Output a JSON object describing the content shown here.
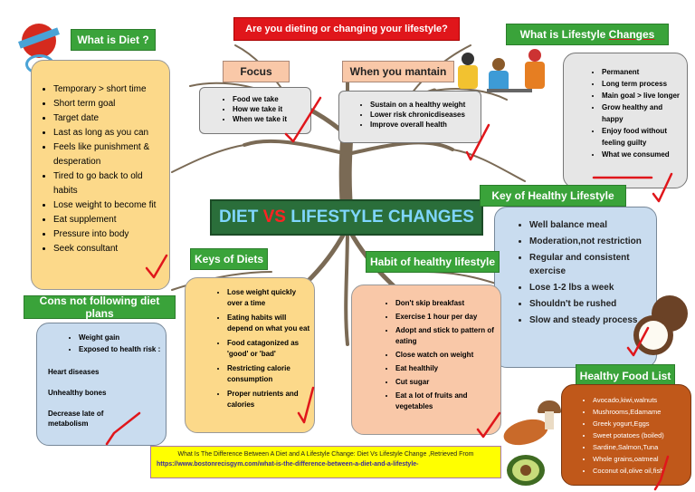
{
  "top_question": "Are you dieting or changing your lifestyle?",
  "center_title": {
    "part1": "DIET ",
    "vs": "VS",
    "part2": " LIFESTYLE CHANGES"
  },
  "what_is_diet": {
    "title": "What is Diet ?",
    "items": [
      "Temporary > short time",
      "Short term goal",
      "Target date",
      "Last as long as you can",
      "Feels like punishment & desperation",
      "Tired to go back to old habits",
      "Lose weight to become fit",
      "Eat supplement",
      "Pressure into body",
      "Seek consultant"
    ]
  },
  "focus": {
    "title": "Focus",
    "items": [
      "Food we take",
      "How we take it",
      "When we take it"
    ]
  },
  "when_maintain": {
    "title": "When you mantain",
    "items": [
      "Sustain on a healthy weight",
      "Lower risk chronicdiseases",
      "Improve overall health"
    ]
  },
  "what_is_lifestyle": {
    "title_a": "What is Lifestyle ",
    "title_b": "Changes",
    "items": [
      "Permanent",
      "Long term process",
      "Main goal > live longer",
      "Grow healthy and happy",
      "Enjoy food without feeling guilty",
      "What we consumed"
    ]
  },
  "key_healthy": {
    "title": "Key of Healthy Lifestyle",
    "items": [
      "Well balance meal",
      "Moderation,not restriction",
      "Regular and consistent exercise",
      "Lose 1-2 lbs a week",
      "Shouldn't be rushed",
      "Slow and steady process"
    ]
  },
  "keys_diets": {
    "title": "Keys of Diets",
    "items": [
      "Lose weight quickly over a time",
      "Eating habits will depend on what you eat",
      "Food catagonized as 'good' or 'bad'",
      "Restricting calorie consumption",
      "Proper nutrients and calories"
    ]
  },
  "habit_healthy": {
    "title": "Habit of healthy lifestyle",
    "items": [
      "Don't skip breakfast",
      "Exercise 1 hour per day",
      "Adopt and stick to pattern of eating",
      "Close watch on weight",
      "Eat healthily",
      "Cut sugar",
      "Eat a lot of fruits and vegetables"
    ]
  },
  "cons": {
    "title": "Cons not following diet plans",
    "items": [
      "Weight gain",
      "Exposed to health risk :"
    ],
    "risks": [
      "Heart diseases",
      "Unhealthy bones",
      "Decrease late of metabolism"
    ]
  },
  "healthy_food": {
    "title": "Healthy Food List",
    "items": [
      "Avocado,kiwi,walnuts",
      "Mushrooms,Edamame",
      "Greek yogurt,Eggs",
      "Sweet potatoes (boiled)",
      "Sardine,Salmon,Tuna",
      "Whole grains,oatmeal",
      "Coconut oil,olive oil,fish"
    ]
  },
  "citation": {
    "text": "What Is The Difference Between A Diet and A Lifestyle Change: Diet Vs Lifestyle Change ,Retrieved From",
    "url": "https://www.bostonrecisgym.com/what-is-the-difference-between-a-diet-and-a-lifestyle-"
  },
  "colors": {
    "green": "#3aa33a",
    "orange_box": "#fcd98a",
    "salmon": "#f9c8a8",
    "blue": "#c9dcef",
    "brown": "#c0581a",
    "red": "#e0161b",
    "title_green": "#3aa33a",
    "check": "#e0161b"
  }
}
